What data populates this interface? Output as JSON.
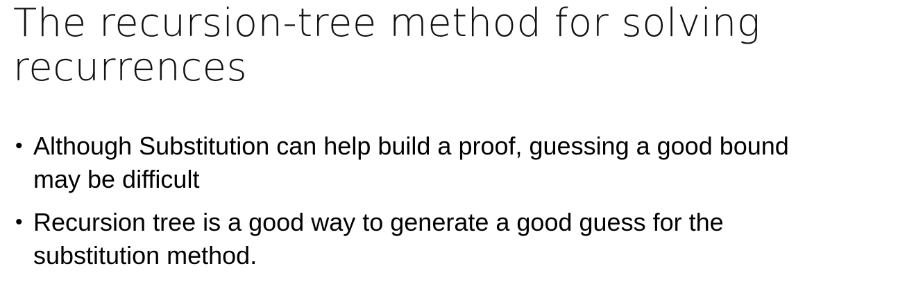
{
  "slide": {
    "title_line1": "The recursion-tree method for solving",
    "title_line2": "recurrences",
    "bullet_symbol": "•",
    "bullets": [
      {
        "line1": "Although Substitution can help build a proof, guessing a good bound",
        "line2": "may be difficult"
      },
      {
        "line1": "Recursion tree is a good way to generate a good guess for the",
        "line2": "substitution method."
      }
    ]
  }
}
